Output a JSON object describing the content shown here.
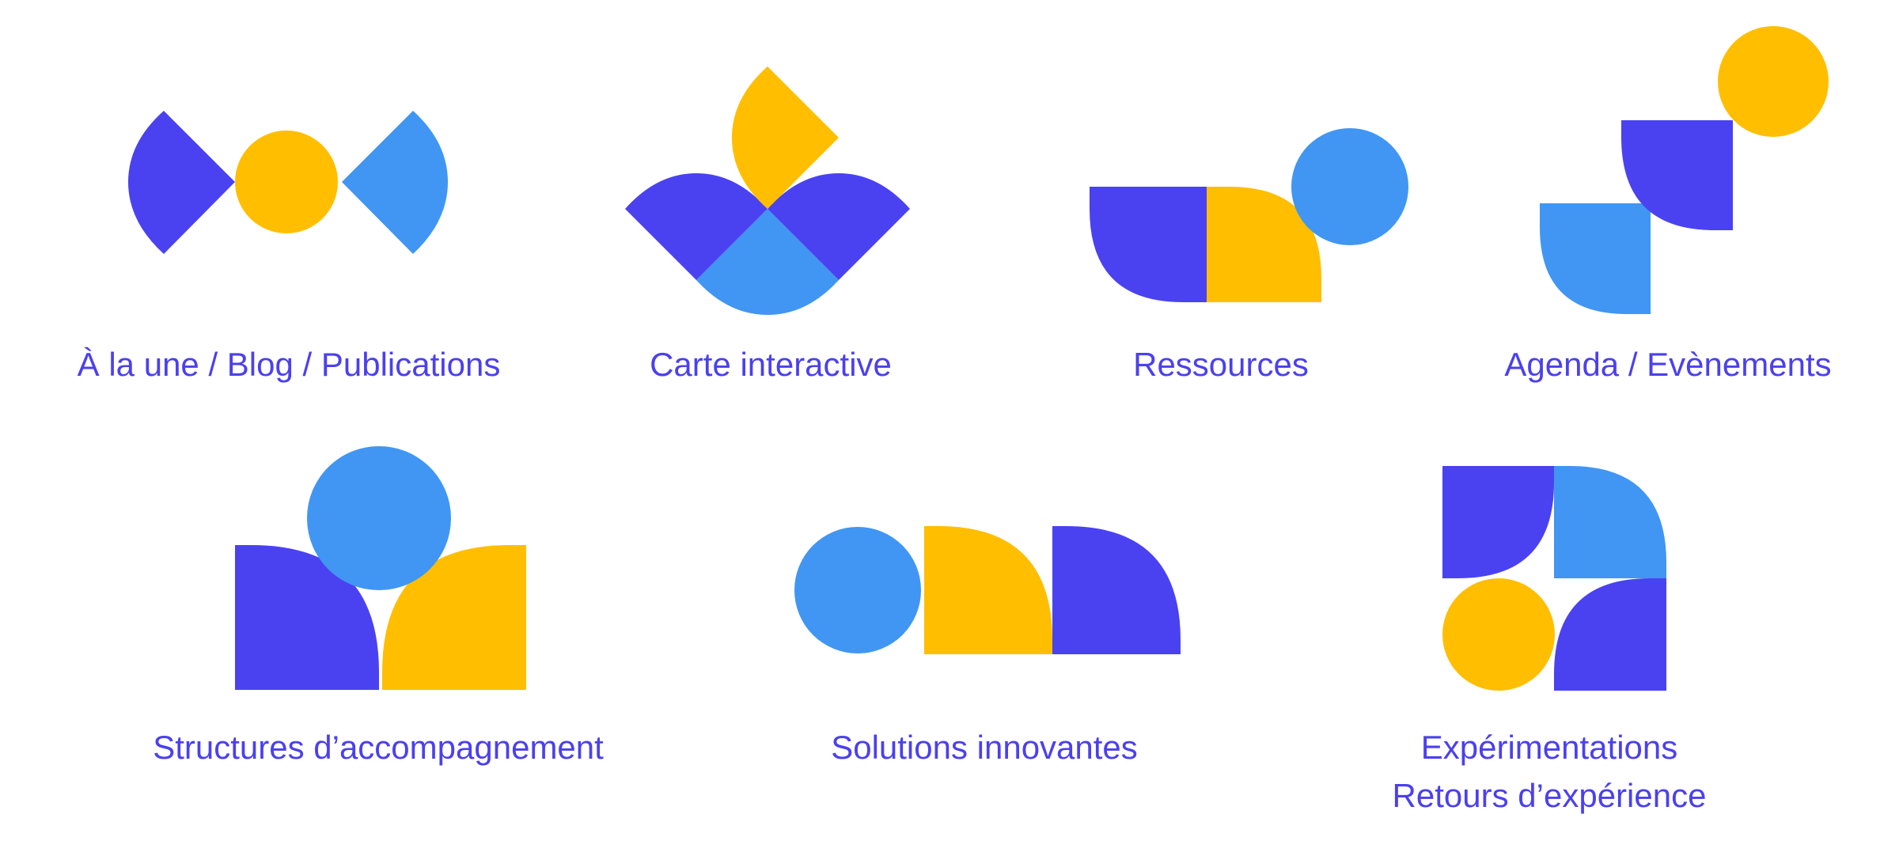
{
  "colors": {
    "violet": "#4a42f1",
    "blue": "#4096f2",
    "yellow": "#ffbe00",
    "text": "#4b40ee"
  },
  "items": [
    {
      "label": "À la une / Blog / Publications"
    },
    {
      "label": "Carte interactive"
    },
    {
      "label": "Ressources"
    },
    {
      "label": "Agenda / Evènements"
    },
    {
      "label": "Structures d’accompagnement"
    },
    {
      "label": "Solutions innovantes"
    },
    {
      "label": "Expérimentations",
      "label2": "Retours d’expérience"
    }
  ]
}
